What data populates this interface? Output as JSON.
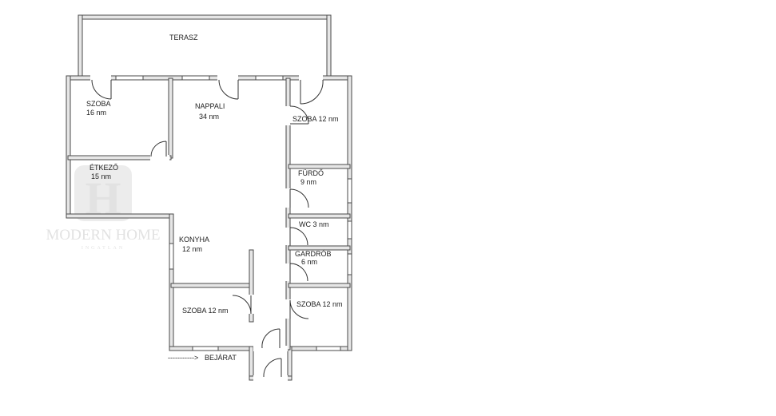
{
  "rooms": {
    "terasz": {
      "name": "TERASZ"
    },
    "szoba_nw": {
      "name": "SZOBA",
      "area": "16 nm"
    },
    "nappali": {
      "name": "NAPPALI",
      "area": "34 nm"
    },
    "szoba_ne": {
      "name": "SZOBA  12 nm"
    },
    "etkezo": {
      "name": "ÉTKEZŐ",
      "area": "15 nm"
    },
    "furdo": {
      "name": "FÜRDŐ",
      "area": "9 nm"
    },
    "wc": {
      "name": "WC  3 nm"
    },
    "konyha": {
      "name": "KONYHA",
      "area": "12 nm"
    },
    "gardrob": {
      "name": "GARDRÓB",
      "area": "6 nm"
    },
    "szoba_s": {
      "name": "SZOBA  12 nm"
    },
    "szoba_se": {
      "name": "SZOBA  12 nm"
    }
  },
  "entrance": {
    "label": "BEJÁRAT",
    "arrow": "----------->"
  },
  "watermark": {
    "brand": "MODERN HOME",
    "sub": "INGATLAN",
    "logo_letter": "H"
  },
  "colors": {
    "wall": "#4a4a4a",
    "wall_fill": "#e6e6e6",
    "line": "#333333",
    "watermark": "#e2e2e2"
  }
}
